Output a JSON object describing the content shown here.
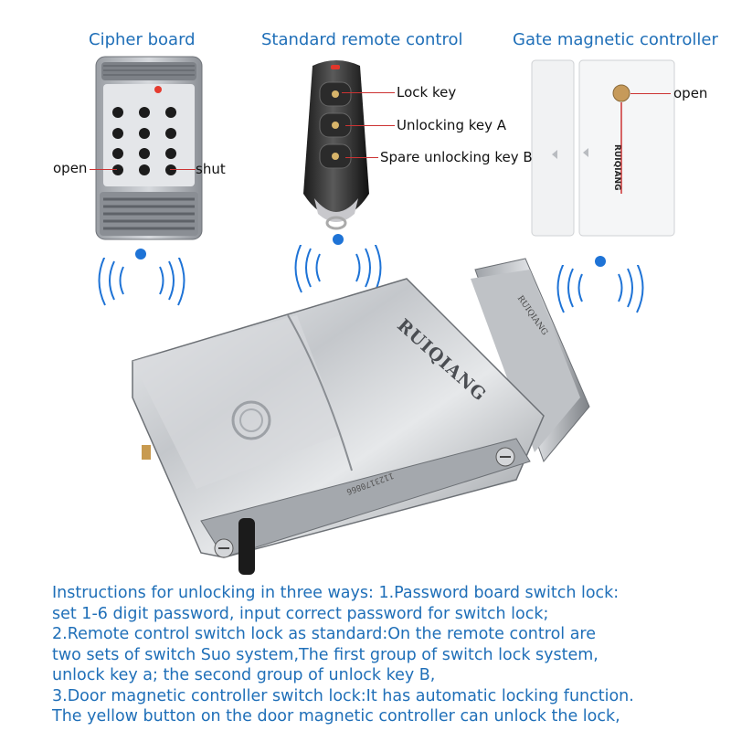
{
  "headings": {
    "cipher_board": "Cipher board",
    "remote": "Standard remote control",
    "gate": "Gate magnetic controller"
  },
  "cipher_board": {
    "left_label": "open",
    "right_label": "shut"
  },
  "remote": {
    "key1": "Lock key",
    "key2": "Unlocking key A",
    "key3": "Spare unlocking key B"
  },
  "gate": {
    "button_label": "open",
    "brand": "RUIQIANG"
  },
  "lock": {
    "brand": "RUIQIANG",
    "bolt_brand": "RUIQIANG",
    "serial": "1123170866"
  },
  "instructions": [
    "Instructions for unlocking in three ways: 1.Password board switch lock:",
    "set 1-6 digit password, input correct password for switch lock;",
    "2.Remote control switch lock as standard:On the remote control are",
    "two sets of switch Suo system,The first group of switch lock system,",
    "unlock key a; the second group of unlock key B,",
    "3.Door magnetic controller switch lock:It has automatic locking function.",
    "The yellow button on the door magnetic controller can unlock the lock,"
  ],
  "colors": {
    "heading_blue": "#1f6fb8",
    "signal_blue": "#1e73d6",
    "leader_red": "#cc3333",
    "steel": "#b9bcc0"
  }
}
